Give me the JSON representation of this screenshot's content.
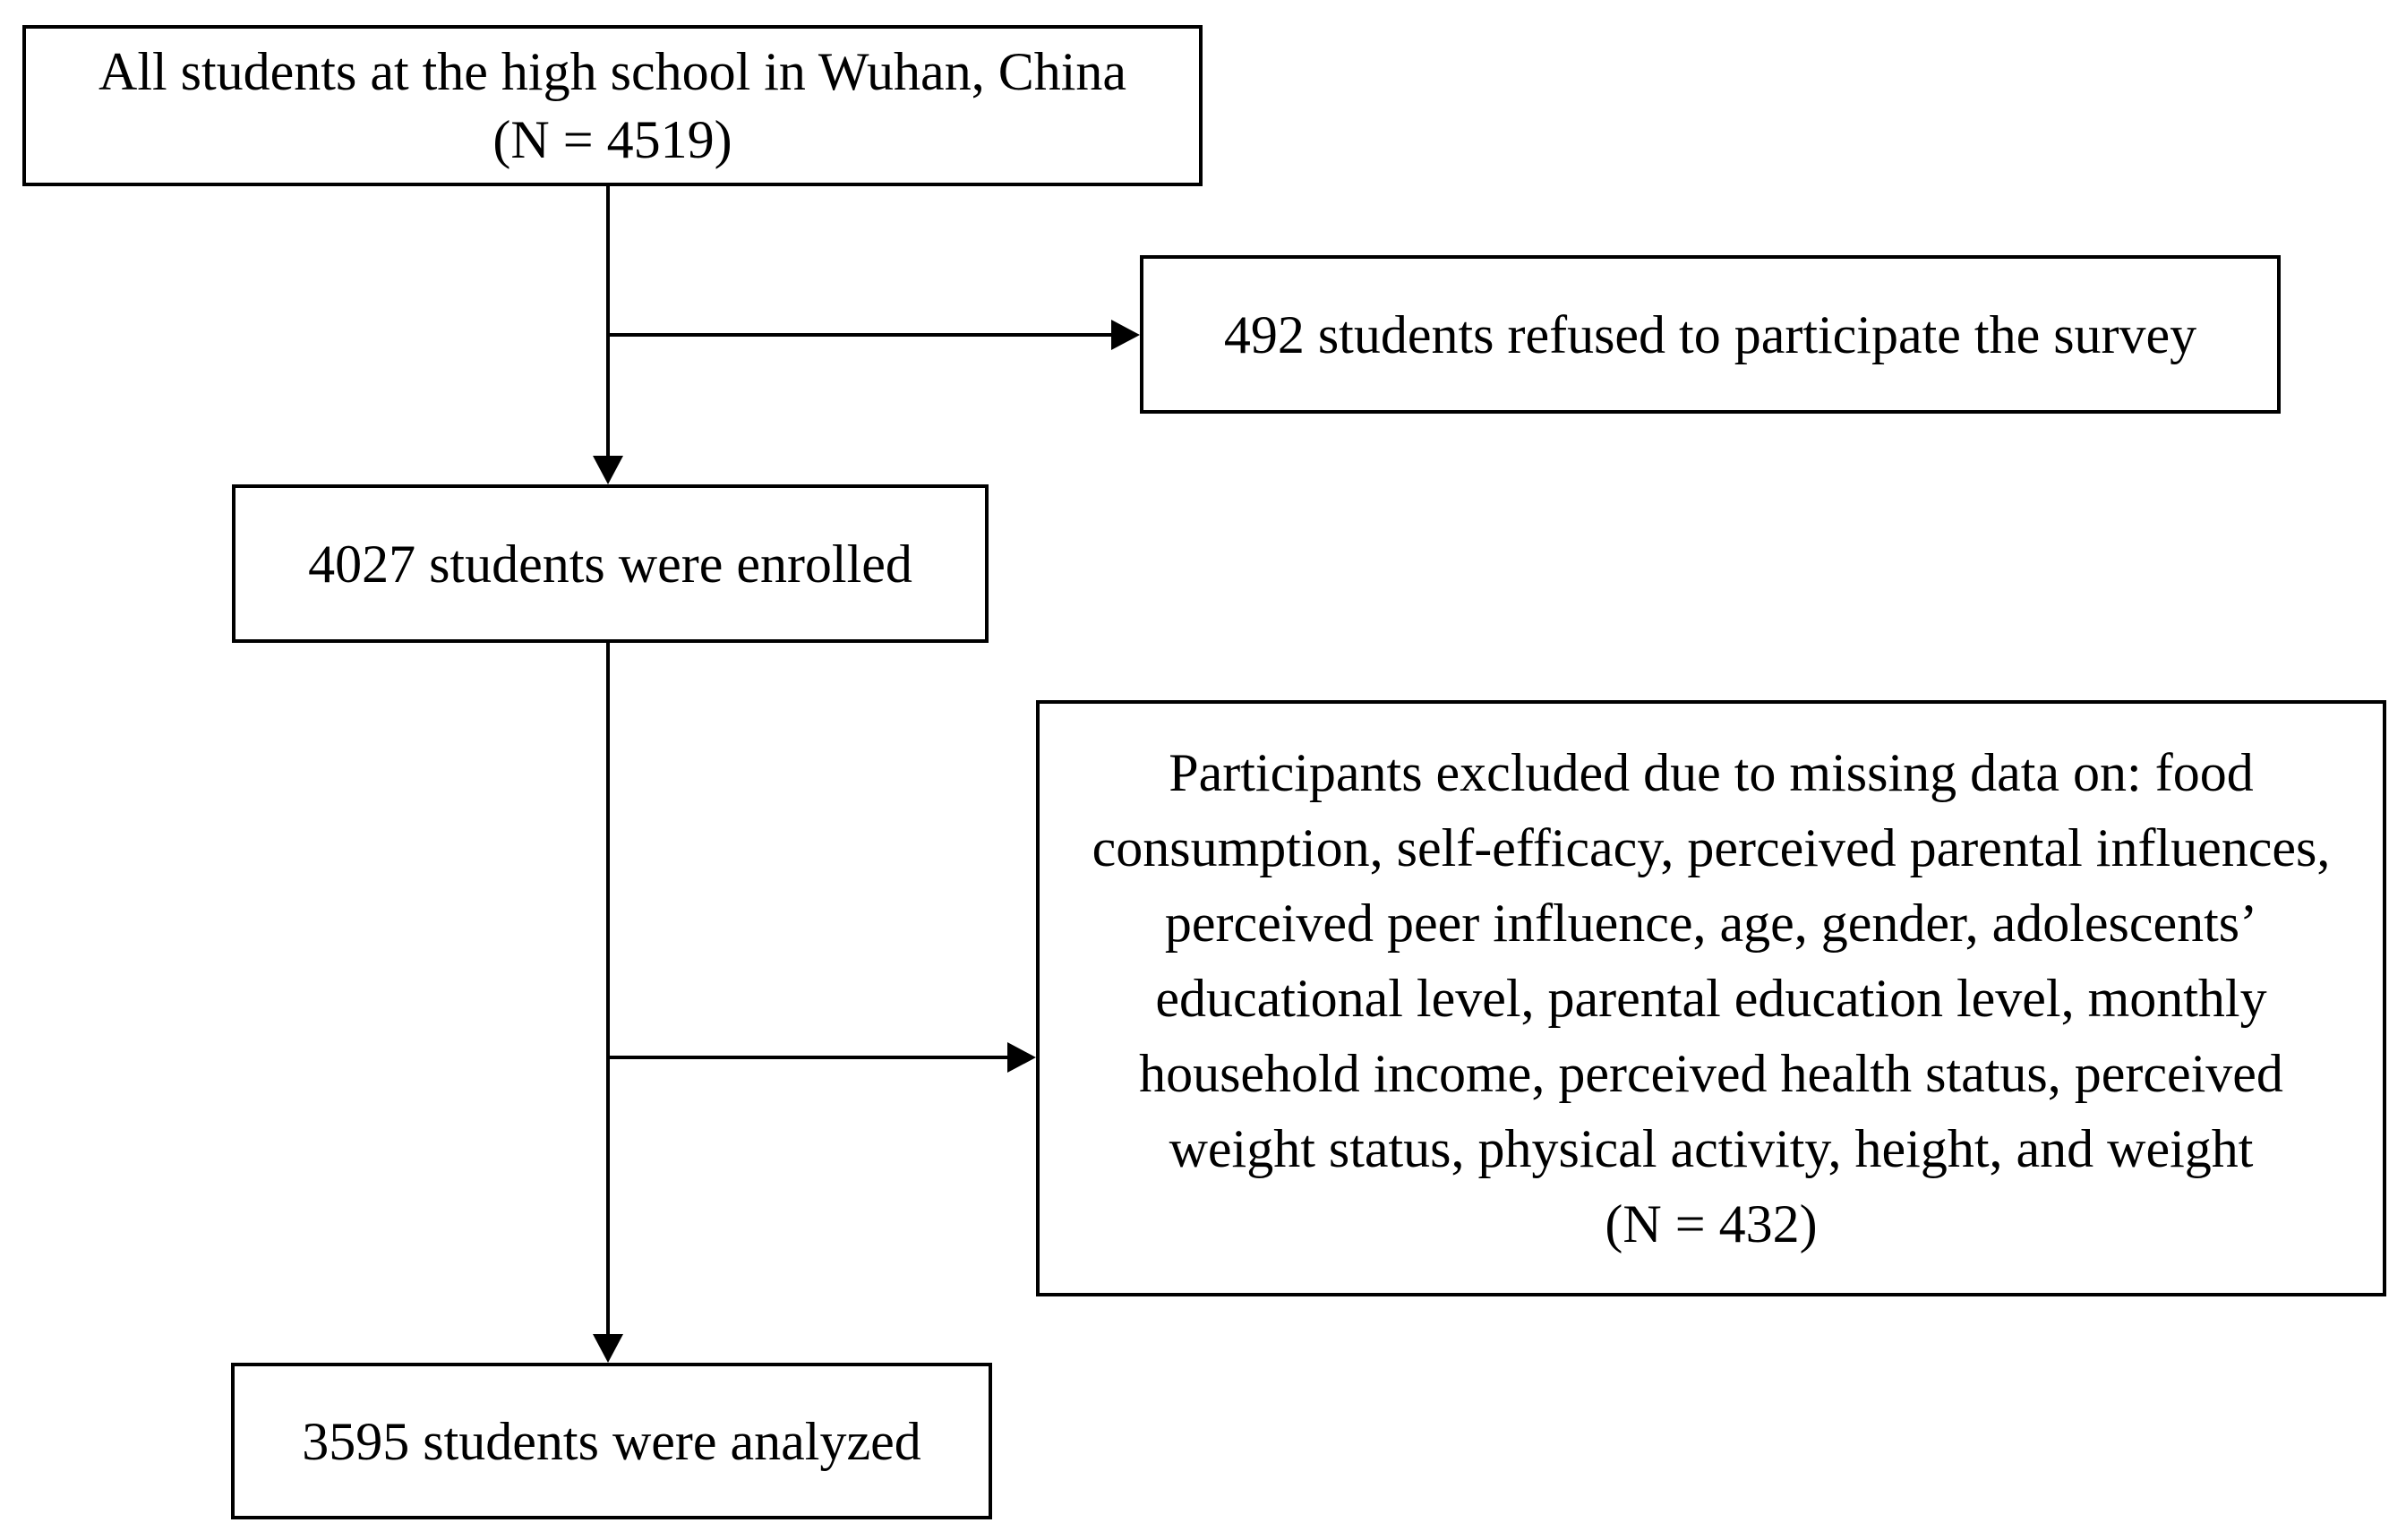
{
  "diagram": {
    "type": "study-flowchart",
    "colors": {
      "background": "#ffffff",
      "border": "#000000",
      "text": "#000000",
      "connector": "#000000"
    },
    "box_total": {
      "line1": "All students at the high school in Wuhan, China",
      "line2": "(N = 4519)"
    },
    "box_refused": {
      "label": "492 students refused to participate the survey"
    },
    "box_enrolled": {
      "label": "4027 students were enrolled"
    },
    "box_excluded": {
      "lines": [
        "Participants excluded due to missing data on: food",
        "consumption, self-efficacy, perceived parental influences,",
        "perceived peer influence, age, gender, adolescents’",
        "educational level, parental education level, monthly",
        "household income, perceived health status, perceived",
        "weight status, physical activity, height, and weight",
        "(N = 432)"
      ]
    },
    "box_analyzed": {
      "label": "3595 students were analyzed"
    }
  }
}
